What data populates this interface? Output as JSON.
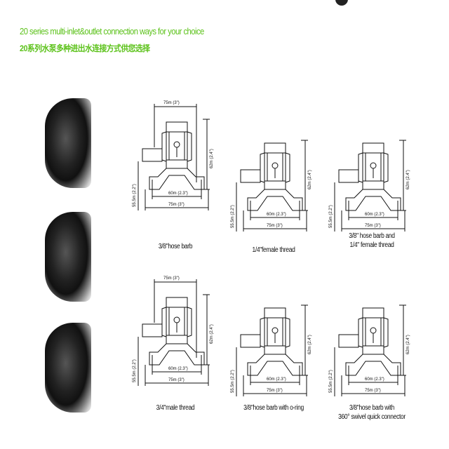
{
  "header": {
    "title_en": "20 series multi-inlet&outlet connection ways for your choice",
    "title_cn": "20系列水泵多种进出水连接方式供您选择"
  },
  "dimensions": {
    "top": "75m (3\")",
    "right": "62m (2.4\")",
    "left": "55.5m (2.2\")",
    "inner": "60m (2.3\")",
    "bottom": "75m (3\")"
  },
  "options": [
    {
      "caption": [
        "3/8\"hose barb"
      ]
    },
    {
      "caption": [
        "1/4\"female thread"
      ]
    },
    {
      "caption": [
        "3/8\" hose barb and",
        "1/4\" female thread"
      ]
    },
    {
      "caption": [
        "3/4\"male thread"
      ]
    },
    {
      "caption": [
        "3/8\"hose barb with o-ring"
      ]
    },
    {
      "caption": [
        "3/8\"hose barb with",
        "360° swivel quick connector"
      ]
    }
  ],
  "colors": {
    "title": "#5cc21a"
  }
}
